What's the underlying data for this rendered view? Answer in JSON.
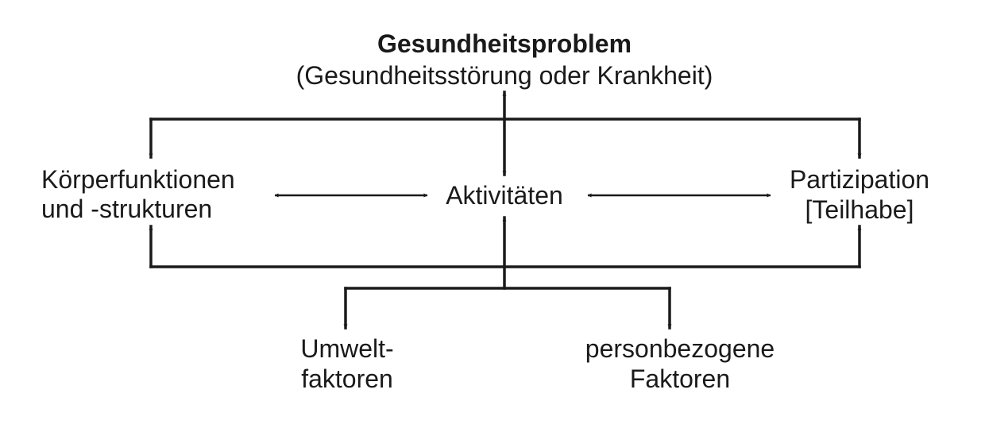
{
  "diagram": {
    "health_problem": {
      "title": "Gesundheitsproblem",
      "subtitle": "(Gesundheitsstörung oder Krankheit)"
    },
    "body_functions": {
      "line1": "Körperfunktionen",
      "line2": "und -strukturen"
    },
    "activities": {
      "label": "Aktivitäten"
    },
    "participation": {
      "line1": "Partizipation",
      "line2": "[Teilhabe]"
    },
    "environmental_factors": {
      "line1": "Umwelt-",
      "line2": "faktoren"
    },
    "personal_factors": {
      "line1": "personbezogene",
      "line2": "Faktoren"
    },
    "colors": {
      "line": "#1a1a1a",
      "background": "#ffffff"
    }
  }
}
